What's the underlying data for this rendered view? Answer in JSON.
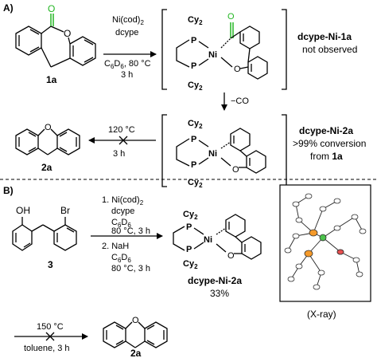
{
  "panel_a": {
    "label": "A)",
    "compound_1a": "1a",
    "step1": {
      "line1": "Ni(cod)",
      "line1_sub": "2",
      "line2": "dcype",
      "line3a": "C",
      "line3_sub1": "6",
      "line3b": "D",
      "line3_sub2": "6",
      "line3c": ", 80 °C",
      "line4": "3 h"
    },
    "complex_1a": {
      "name": "dcype-Ni-1a",
      "note": "not observed"
    },
    "step2": {
      "label": "−CO"
    },
    "complex_2a": {
      "name": "dcype-Ni-2a",
      "note1": ">99% conversion",
      "note2_a": "from ",
      "note2_b": "1a"
    },
    "step3": {
      "temp": "120 °C",
      "time": "3 h"
    },
    "product": "2a"
  },
  "panel_b": {
    "label": "B)",
    "compound_3": "3",
    "step1": {
      "l1": "1. Ni(cod)",
      "l1_sub": "2",
      "l2": "dcype",
      "l3a": "C",
      "l3_sub1": "6",
      "l3b": "D",
      "l3_sub2": "6",
      "l4": "80 °C, 3 h",
      "l5": "2. NaH",
      "l6a": "C",
      "l6_sub1": "6",
      "l6b": "D",
      "l6_sub2": "6",
      "l7": "80 °C, 3 h"
    },
    "complex": {
      "name": "dcype-Ni-2a",
      "yield": "33%"
    },
    "xray_label": "(X-ray)",
    "step2": {
      "temp": "150 °C",
      "cond": "toluene, 3 h"
    },
    "product": "2a"
  },
  "atoms": {
    "O": "O",
    "Br": "Br",
    "OH": "OH",
    "P": "P",
    "Ni": "Ni",
    "Cy": "Cy",
    "Cy_sub": "2"
  }
}
